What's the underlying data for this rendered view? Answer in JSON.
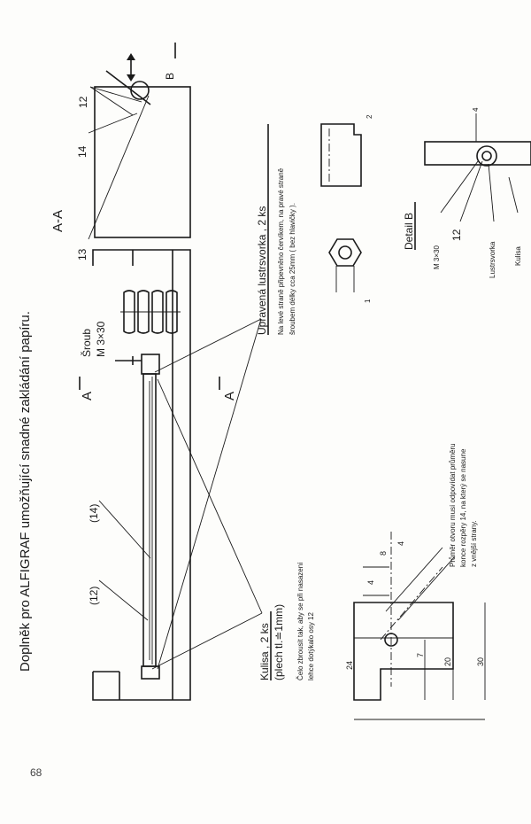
{
  "page_number": "68",
  "title": "Doplněk pro ALFIGRAF umožňující snadné zakládání papíru.",
  "section_aa": "A-A",
  "section_mark": "A",
  "detail_mark": "B",
  "detail_b": "Detail B",
  "labels": {
    "part_12": "12",
    "part_13": "13",
    "part_14": "14",
    "part_12_paren": "(12)",
    "part_14_paren": "(14)",
    "screw_title": "Šroub",
    "screw_size": "M 3×30",
    "screw_size_small": "M 3×30",
    "detail_lustrsvorka": "Lustrsvorka",
    "detail_kulisa": "Kulisa"
  },
  "kulisa": {
    "heading": "Kulisa , 2 ks",
    "material": "(plech tl.≐1mm)",
    "note_line1": "Čelo zbrousit tak, aby se při nasazení",
    "note_line2": "lehce dotýkalo osy 12"
  },
  "lustrsvorka": {
    "heading": "Upravená lustrsvorka , 2 ks",
    "note_line1": "Na levé straně připevněno červíkem, na pravé straně",
    "note_line2": "šroubem délky cca 25mm ( bez hlavičky )."
  },
  "hole_note": {
    "line1": "Průměr otvoru musí odpovídat průměru",
    "line2": "konce rozpěry 14, na který se nasune",
    "line3": "z vnější strany."
  },
  "dimensions": {
    "d24": "24",
    "d20": "20",
    "d30": "30",
    "d7": "7",
    "d8": "8",
    "d4": "4",
    "d2": "2",
    "d1": "1"
  }
}
